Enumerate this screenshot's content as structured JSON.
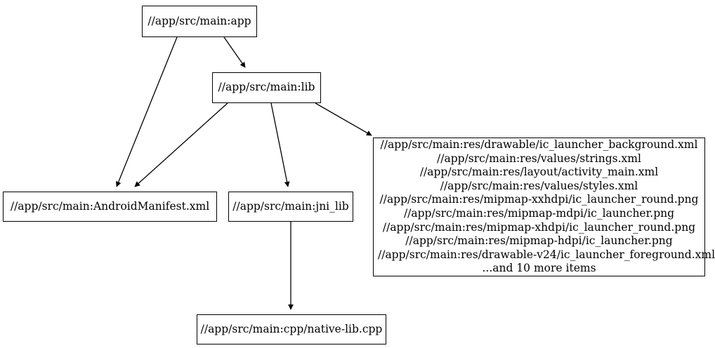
{
  "graph": {
    "type": "directed-dependency-graph",
    "background_color": "#ffffff",
    "node_border_color": "#000000",
    "edge_color": "#000000",
    "text_color": "#000000",
    "nodes": [
      {
        "id": "app",
        "label": "//app/src/main:app"
      },
      {
        "id": "lib",
        "label": "//app/src/main:lib"
      },
      {
        "id": "manifest",
        "label": "//app/src/main:AndroidManifest.xml"
      },
      {
        "id": "jni_lib",
        "label": "//app/src/main:jni_lib"
      },
      {
        "id": "native_lib",
        "label": "//app/src/main:cpp/native-lib.cpp"
      },
      {
        "id": "res",
        "lines": [
          "//app/src/main:res/drawable/ic_launcher_background.xml",
          "//app/src/main:res/values/strings.xml",
          "//app/src/main:res/layout/activity_main.xml",
          "//app/src/main:res/values/styles.xml",
          "//app/src/main:res/mipmap-xxhdpi/ic_launcher_round.png",
          "//app/src/main:res/mipmap-mdpi/ic_launcher.png",
          "//app/src/main:res/mipmap-xhdpi/ic_launcher_round.png",
          "//app/src/main:res/mipmap-hdpi/ic_launcher.png",
          "//app/src/main:res/drawable-v24/ic_launcher_foreground.xml",
          "...and 10 more items"
        ]
      }
    ],
    "edges": [
      {
        "from": "app",
        "to": "manifest"
      },
      {
        "from": "app",
        "to": "lib"
      },
      {
        "from": "lib",
        "to": "manifest"
      },
      {
        "from": "lib",
        "to": "jni_lib"
      },
      {
        "from": "lib",
        "to": "res"
      },
      {
        "from": "jni_lib",
        "to": "native_lib"
      }
    ]
  }
}
